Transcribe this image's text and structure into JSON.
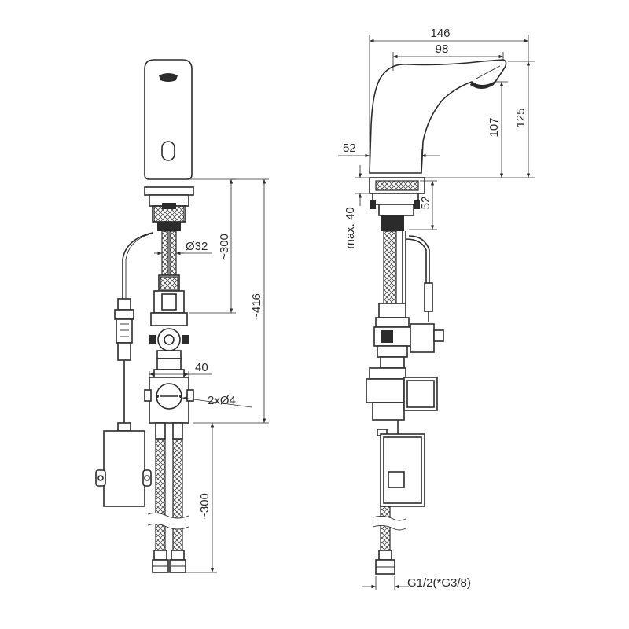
{
  "front_view": {
    "dims": {
      "pipe_diameter": "Ø32",
      "upper_length": "~300",
      "total_length": "~416",
      "valve_width": "40",
      "holes": "2xØ4",
      "hose_length": "~300"
    }
  },
  "side_view": {
    "dims": {
      "overall_reach": "146",
      "spout_reach": "98",
      "base_offset": "52",
      "spout_height": "107",
      "total_height": "125",
      "max_thickness": "max. 40",
      "cable_offset": "52",
      "thread": "G1/2(*G3/8)"
    }
  }
}
